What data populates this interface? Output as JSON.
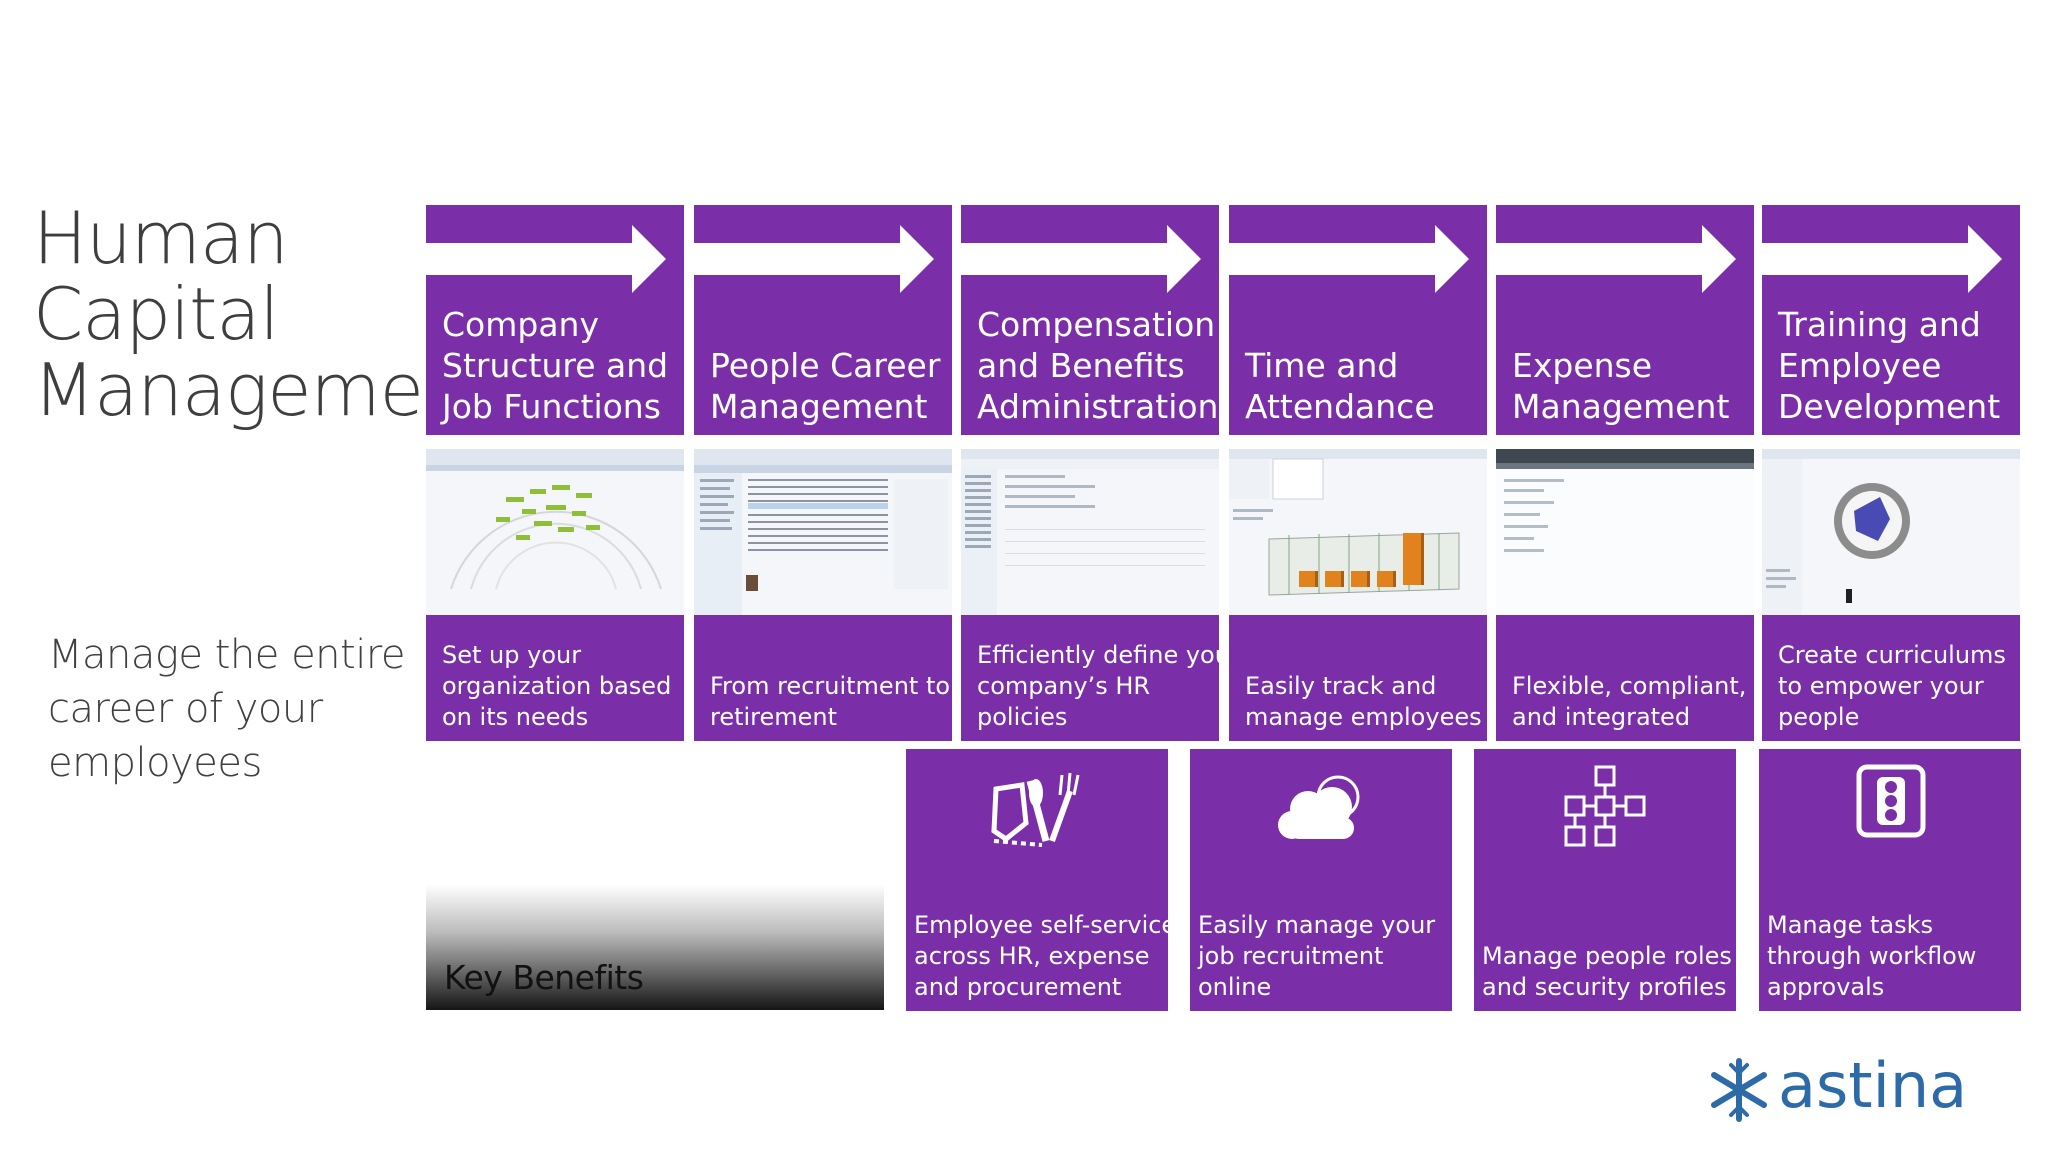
{
  "title": [
    "Human",
    "Capital",
    "Management"
  ],
  "tagline": [
    "Manage the entire",
    "career of your",
    "employees"
  ],
  "modules": [
    {
      "title": [
        "Company",
        "Structure and",
        "Job Functions"
      ],
      "desc": [
        "Set up your",
        "organization based",
        "on its needs"
      ]
    },
    {
      "title": [
        "People Career",
        "Management"
      ],
      "desc": [
        "From recruitment to",
        "retirement"
      ]
    },
    {
      "title": [
        "Compensation",
        "and Benefits",
        "Administration"
      ],
      "desc": [
        "Efficiently define your",
        "company’s HR",
        "policies"
      ]
    },
    {
      "title": [
        "Time and",
        "Attendance"
      ],
      "desc": [
        "Easily track and",
        "manage employees"
      ]
    },
    {
      "title": [
        "Expense",
        "Management"
      ],
      "desc": [
        "Flexible, compliant,",
        "and integrated"
      ]
    },
    {
      "title": [
        "Training and",
        "Employee",
        "Development"
      ],
      "desc": [
        "Create curriculums",
        "to empower your",
        "people"
      ]
    }
  ],
  "key_benefits_label": "Key Benefits",
  "benefits": [
    {
      "icon": "fork-knife-icon",
      "text": [
        "Employee self-service",
        "across HR, expense",
        "and procurement"
      ]
    },
    {
      "icon": "cloud-icon",
      "text": [
        "Easily manage your",
        "job recruitment",
        "online"
      ]
    },
    {
      "icon": "org-chart-icon",
      "text": [
        "Manage people roles",
        "and security profiles"
      ]
    },
    {
      "icon": "traffic-light-icon",
      "text": [
        "Manage tasks",
        "through workflow",
        "approvals"
      ]
    }
  ],
  "logo_text": "astina",
  "colors": {
    "tile": "#7a2fa8",
    "logo": "#2c6aa8"
  }
}
